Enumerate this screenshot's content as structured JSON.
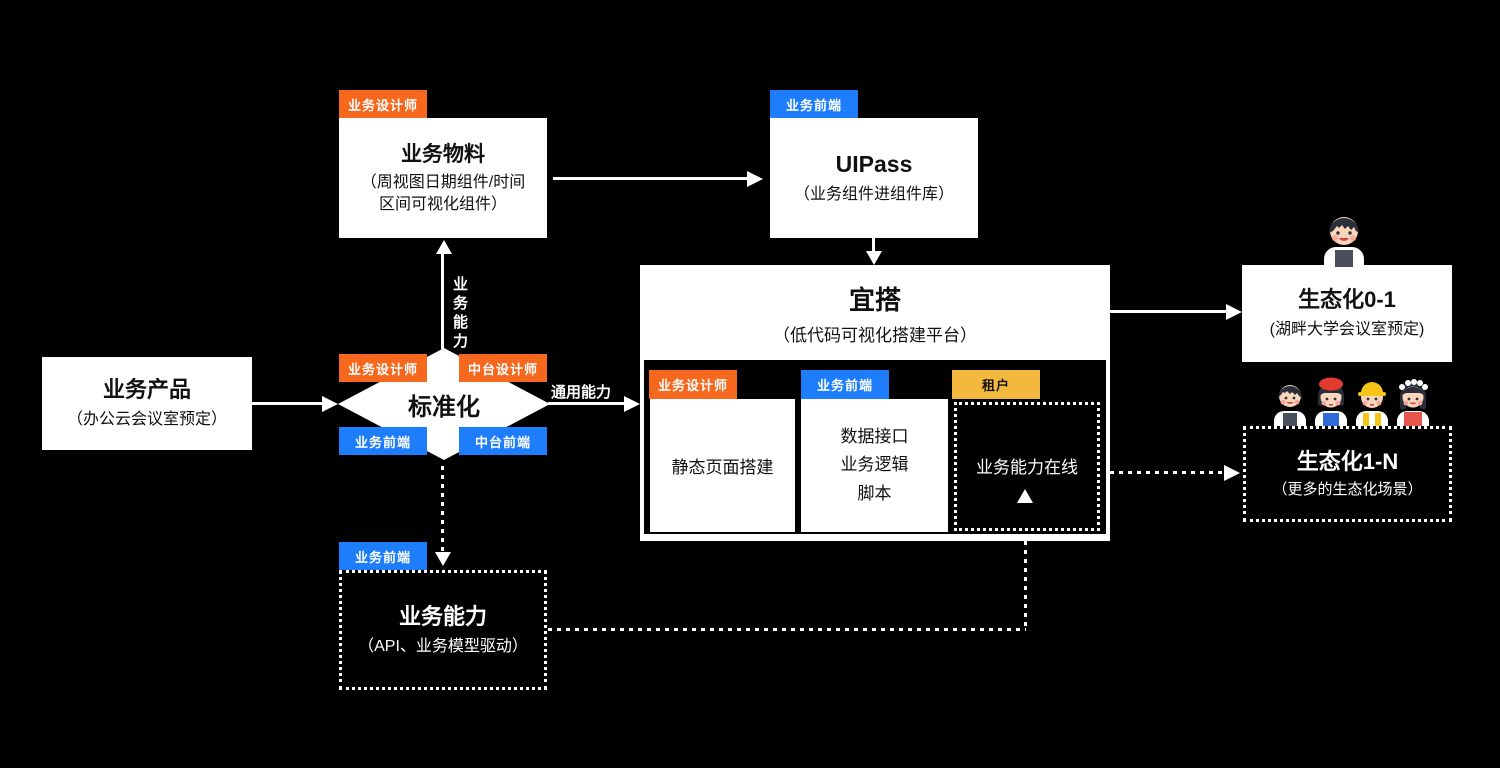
{
  "colors": {
    "background": "#000000",
    "box": "#FFFFFF",
    "orange": "#F5681D",
    "blue": "#1D7DFA",
    "yellow": "#F3B93F",
    "text_dark": "#111111",
    "text_light": "#FFFFFF"
  },
  "nodes": {
    "material": {
      "tag": "业务设计师",
      "title": "业务物料",
      "subtitle_line1": "（周视图日期组件/时间",
      "subtitle_line2": "区间可视化组件）"
    },
    "uipass": {
      "tag": "业务前端",
      "title": "UIPass",
      "subtitle": "（业务组件进组件库）"
    },
    "product": {
      "title": "业务产品",
      "subtitle": "（办公云会议室预定）"
    },
    "diamond": {
      "title": "标准化",
      "tags": {
        "top_left": "业务设计师",
        "top_right": "中台设计师",
        "bottom_left": "业务前端",
        "bottom_right": "中台前端"
      }
    },
    "yida": {
      "title": "宜搭",
      "subtitle": "（低代码可视化搭建平台）",
      "columns": [
        {
          "tag": "业务设计师",
          "text": "静态页面搭建"
        },
        {
          "tag": "业务前端",
          "lines": [
            "数据接口",
            "业务逻辑",
            "脚本"
          ]
        },
        {
          "tag": "租户",
          "text": "业务能力在线"
        }
      ]
    },
    "eco01": {
      "title": "生态化0-1",
      "subtitle": "(湖畔大学会议室预定)"
    },
    "eco1n": {
      "title": "生态化1-N",
      "subtitle": "（更多的生态化场景）"
    },
    "bizcap": {
      "tag": "业务前端",
      "title": "业务能力",
      "subtitle": "（API、业务模型驱动）"
    }
  },
  "labels": {
    "vertical_capability": "业务能力",
    "common_capability": "通用能力"
  },
  "icons": {
    "single_avatar": "boy-avatar",
    "group_avatars": [
      "boy-avatar",
      "beret-girl-avatar",
      "hardhat-worker-avatar",
      "flower-girl-avatar"
    ]
  }
}
